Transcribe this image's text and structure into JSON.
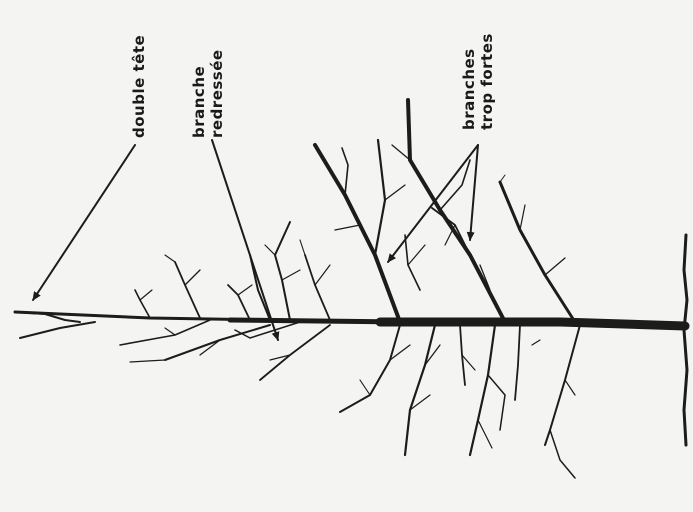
{
  "labels": {
    "double_tete": "double tête",
    "branche_line1": "branche",
    "branche_line2": "redressée",
    "branches_line1": "branches",
    "branches_line2": "trop fortes"
  },
  "colors": {
    "ink": "#1c1c1c",
    "background": "#f4f4f2"
  }
}
